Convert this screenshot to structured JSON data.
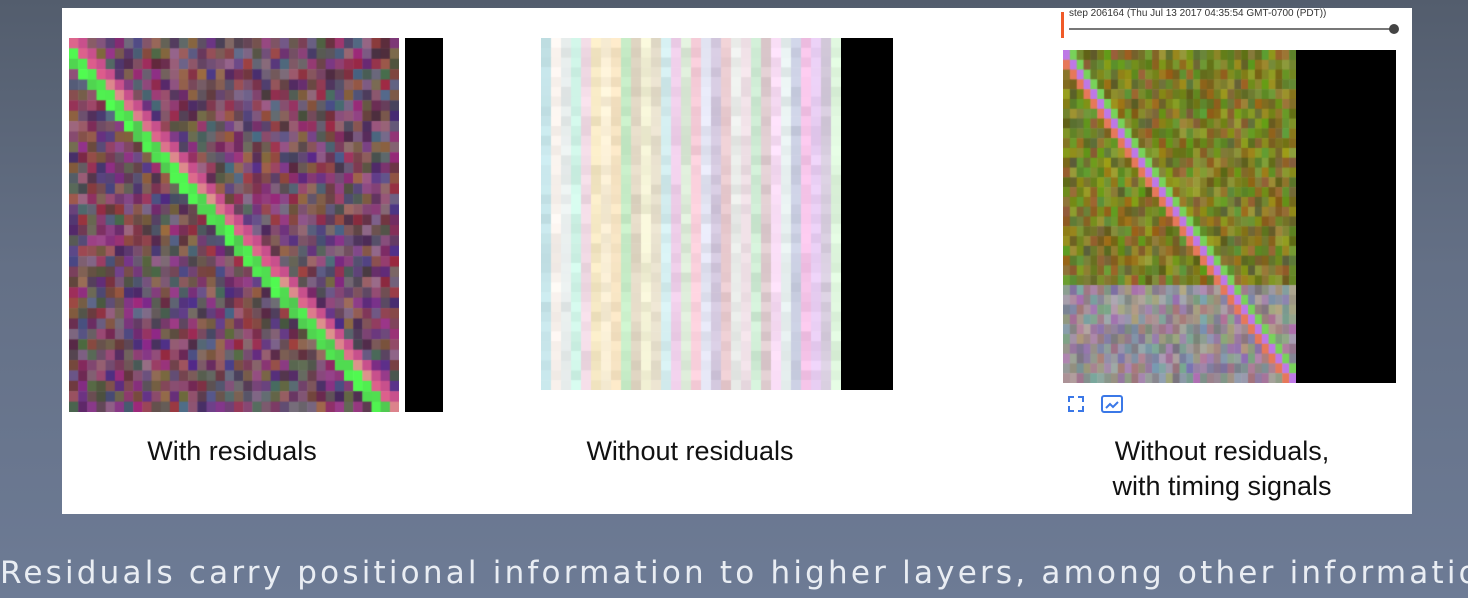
{
  "panels": [
    {
      "label": "With residuals"
    },
    {
      "label": "Without residuals"
    },
    {
      "label_line1": "Without residuals,",
      "label_line2": "with timing signals"
    }
  ],
  "step_header": {
    "text": "step 206164 (Thu Jul 13 2017 04:35:54 GMT-0700 (PDT))",
    "accent_color": "#f05a28"
  },
  "toolbar_icons": [
    "fit-to-screen-icon",
    "expand-image-icon"
  ],
  "caption": "Residuals carry positional information to higher layers, among other information."
}
